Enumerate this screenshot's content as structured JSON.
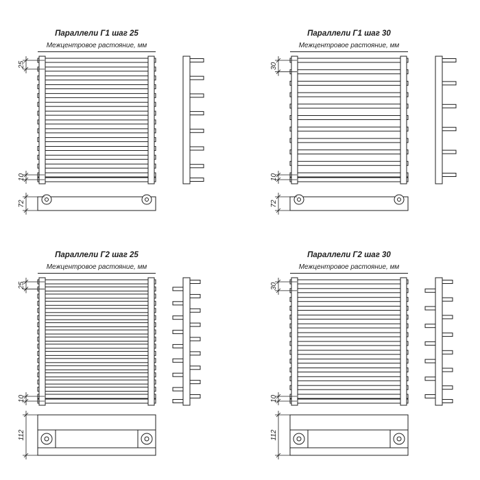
{
  "page": {
    "background": "#ffffff",
    "line_color": "#1c1c1c"
  },
  "diagrams": [
    {
      "id": "g1-step-25",
      "title": "Параллели Г1 шаг 25",
      "subtitle": "Межцентровое растояние, мм",
      "dims": {
        "step": "25",
        "bottom_gap": "10",
        "collector_height": "72"
      },
      "tubes": 15,
      "variant": "G1"
    },
    {
      "id": "g1-step-30",
      "title": "Параллели Г1 шаг 30",
      "subtitle": "Межцентровое растояние, мм",
      "dims": {
        "step": "30",
        "bottom_gap": "10",
        "collector_height": "72"
      },
      "tubes": 12,
      "variant": "G1"
    },
    {
      "id": "g2-step-25",
      "title": "Параллели Г2 шаг 25",
      "subtitle": "Межцентровое растояние, мм",
      "dims": {
        "step": "25",
        "bottom_gap": "10",
        "collector_height": "112"
      },
      "tubes": 18,
      "variant": "G2"
    },
    {
      "id": "g2-step-30",
      "title": "Параллели Г2 шаг 30",
      "subtitle": "Межцентровое растояние, мм",
      "dims": {
        "step": "30",
        "bottom_gap": "10",
        "collector_height": "112"
      },
      "tubes": 15,
      "variant": "G2"
    }
  ]
}
